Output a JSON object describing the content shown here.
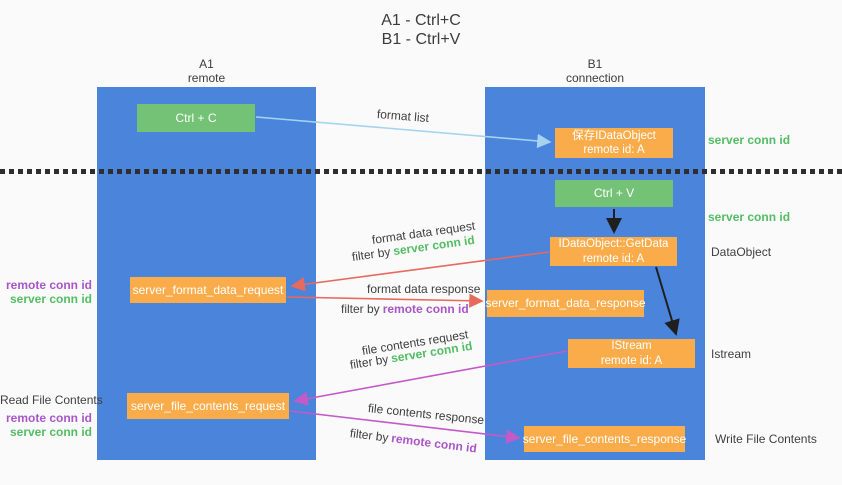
{
  "title": {
    "line1": "A1 - Ctrl+C",
    "line2": "B1 - Ctrl+V"
  },
  "columns": {
    "left": {
      "name": "A1",
      "role": "remote"
    },
    "right": {
      "name": "B1",
      "role": "connection"
    }
  },
  "nodes": {
    "ctrl_c": {
      "label": "Ctrl + C"
    },
    "save_idataobject": {
      "line1": "保存IDataObject",
      "line2": "remote id: A"
    },
    "ctrl_v": {
      "label": "Ctrl + V"
    },
    "getdata": {
      "line1": "IDataObject::GetData",
      "line2": "remote id: A"
    },
    "format_request": {
      "label": "server_format_data_request"
    },
    "format_response": {
      "label": "server_format_data_response"
    },
    "istream": {
      "line1": "IStream",
      "line2": "remote id: A"
    },
    "file_request": {
      "label": "server_file_contents_request"
    },
    "file_response": {
      "label": "server_file_contents_response"
    }
  },
  "flow_labels": {
    "format_list": "format list",
    "format_data_request": "format data request",
    "format_data_request_filter": {
      "prefix": "filter by",
      "value": "server conn id"
    },
    "format_data_response": "format data response",
    "format_data_response_filter": {
      "prefix": "filter by",
      "value": "remote conn id"
    },
    "file_contents_request": "file contents request",
    "file_contents_request_filter": {
      "prefix": "filter by",
      "value": "server conn id"
    },
    "file_contents_response": "file contents response",
    "file_contents_response_filter": {
      "prefix": "filter by",
      "value": "remote conn id"
    }
  },
  "annotations": {
    "right_top_server_conn": "server conn id",
    "right_mid_server_conn": "server conn id",
    "right_dataobject": "DataObject",
    "right_istream": "Istream",
    "right_write_file": "Write File Contents",
    "left_remote_conn_mid": "remote conn id",
    "left_server_conn_mid": "server conn id",
    "left_read_file": "Read File Contents",
    "left_remote_conn_bottom": "remote conn id",
    "left_server_conn_bottom": "server conn id"
  },
  "colors": {
    "column_blue": "#4A84DB",
    "box_green": "#74C276",
    "box_orange": "#FAAC4B",
    "arrow_red": "#E8695D",
    "arrow_magenta": "#C45AC8",
    "arrow_light_blue": "#A5D3F0",
    "arrow_black": "#1F1F1F",
    "label_green": "#53BD63",
    "label_purple": "#A956C8",
    "text_dark": "#3F3F3F",
    "background": "#FAFAFA"
  }
}
